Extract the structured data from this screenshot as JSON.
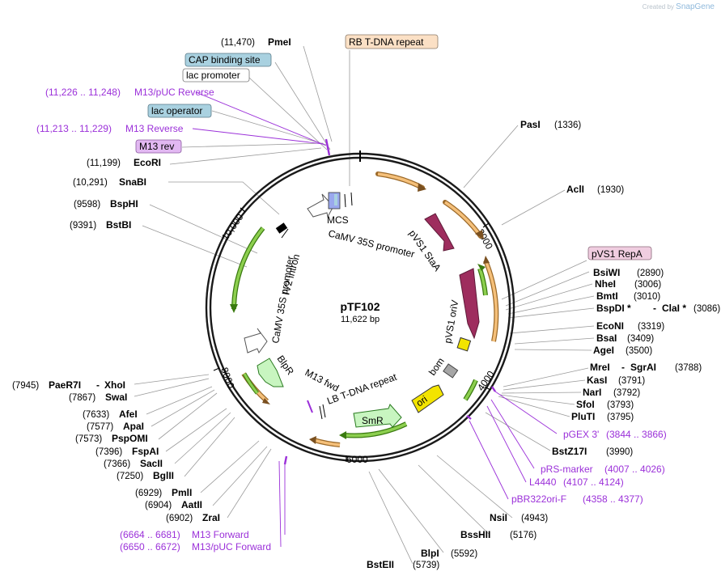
{
  "branding": {
    "created_by": "Created by",
    "app": "SnapGene"
  },
  "plasmid": {
    "name": "pTF102",
    "length": "11,622 bp",
    "length_bp": 11622
  },
  "ticks": [
    "2000",
    "4000",
    "6000",
    "8000",
    "10,000"
  ],
  "boxed_labels": [
    {
      "text": "RB T-DNA repeat",
      "fill": "#fbe0c5"
    },
    {
      "text": "CAP binding site",
      "fill": "#a9d1e0"
    },
    {
      "text": "lac promoter",
      "fill": "#ffffff"
    },
    {
      "text": "lac operator",
      "fill": "#a9d1e0"
    },
    {
      "text": "M13 rev",
      "fill": "#e2b8f2"
    },
    {
      "text": "pVS1 RepA",
      "fill": "#f0cde0"
    }
  ],
  "enzymes": [
    {
      "name": "PmeI",
      "pos": "(11,470)"
    },
    {
      "name": "EcoRI",
      "pos": "(11,199)"
    },
    {
      "name": "SnaBI",
      "pos": "(10,291)"
    },
    {
      "name": "BspHI",
      "pos": "(9598)"
    },
    {
      "name": "BstBI",
      "pos": "(9391)"
    },
    {
      "name": "PaeR7I",
      "name2": "XhoI",
      "pos": "(7945)"
    },
    {
      "name": "SwaI",
      "pos": "(7867)"
    },
    {
      "name": "AfeI",
      "pos": "(7633)"
    },
    {
      "name": "ApaI",
      "pos": "(7577)"
    },
    {
      "name": "PspOMI",
      "pos": "(7573)"
    },
    {
      "name": "FspAI",
      "pos": "(7396)"
    },
    {
      "name": "SacII",
      "pos": "(7366)"
    },
    {
      "name": "BglII",
      "pos": "(7250)"
    },
    {
      "name": "PmlI",
      "pos": "(6929)"
    },
    {
      "name": "AatII",
      "pos": "(6904)"
    },
    {
      "name": "ZraI",
      "pos": "(6902)"
    },
    {
      "name": "PasI",
      "pos": "(1336)"
    },
    {
      "name": "AclI",
      "pos": "(1930)"
    },
    {
      "name": "BsiWI",
      "pos": "(2890)"
    },
    {
      "name": "NheI",
      "pos": "(3006)"
    },
    {
      "name": "BmtI",
      "pos": "(3010)"
    },
    {
      "name": "BspDI *",
      "name2": "ClaI *",
      "pos": "(3086)"
    },
    {
      "name": "EcoNI",
      "pos": "(3319)"
    },
    {
      "name": "BsaI",
      "pos": "(3409)"
    },
    {
      "name": "AgeI",
      "pos": "(3500)"
    },
    {
      "name": "MreI",
      "name2": "SgrAI",
      "pos": "(3788)"
    },
    {
      "name": "KasI",
      "pos": "(3791)"
    },
    {
      "name": "NarI",
      "pos": "(3792)"
    },
    {
      "name": "SfoI",
      "pos": "(3793)"
    },
    {
      "name": "PluTI",
      "pos": "(3795)"
    },
    {
      "name": "BstZ17I",
      "pos": "(3990)"
    },
    {
      "name": "NsiI",
      "pos": "(4943)"
    },
    {
      "name": "BssHII",
      "pos": "(5176)"
    },
    {
      "name": "BlpI",
      "pos": "(5592)"
    },
    {
      "name": "BstEII",
      "pos": "(5739)"
    }
  ],
  "primers": [
    {
      "name": "M13/pUC Reverse",
      "range": "(11,226 .. 11,248)"
    },
    {
      "name": "M13 Reverse",
      "range": "(11,213 .. 11,229)"
    },
    {
      "name": "pGEX 3'",
      "range": "(3844 .. 3866)"
    },
    {
      "name": "pRS-marker",
      "range": "(4007 .. 4026)"
    },
    {
      "name": "L4440",
      "range": "(4107 .. 4124)"
    },
    {
      "name": "pBR322ori-F",
      "range": "(4358 .. 4377)"
    },
    {
      "name": "M13 Forward",
      "range": "(6664 .. 6681)"
    },
    {
      "name": "M13/pUC Forward",
      "range": "(6650 .. 6672)"
    }
  ],
  "features": {
    "mcs": "MCS",
    "camv_35s_promoter": "CaMV 35S promoter",
    "pvs1_stab": "pVS1 StaA",
    "pvs1_oriv": "pVS1 oriV",
    "bom": "bom",
    "ori": "ori",
    "smr": "SmR",
    "lb_tdna": "LB T-DNA repeat",
    "m13_fwd": "M13 fwd",
    "blpr": "BlpR",
    "camv_35s_promoter_2": "CaMV 35S promoter",
    "iv2_intron": "IV2 intron"
  },
  "colors": {
    "backbone": "#1a1a1a",
    "orf_orange": "#f5c07a",
    "orf_green": "#8dcf4f",
    "stab": "#9e2d5e",
    "ori_yellow": "#f3e400",
    "smr_green": "#c8f5c0",
    "bom_gray": "#a6a6a6",
    "primer": "#9b30d9"
  }
}
